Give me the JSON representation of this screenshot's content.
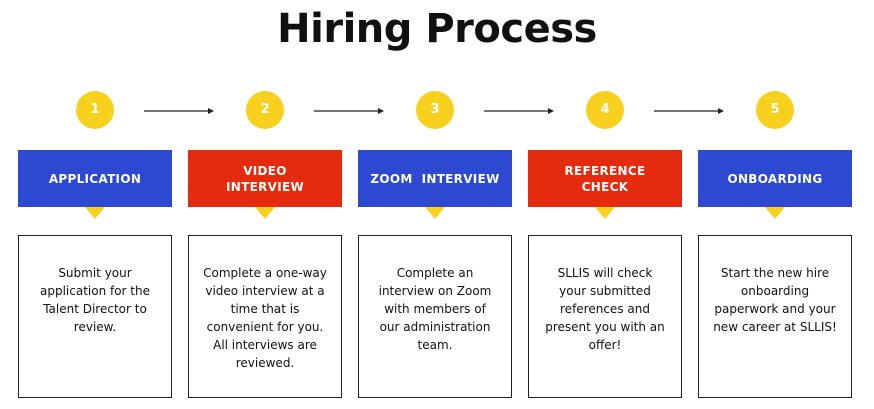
{
  "title": "Hiring Process",
  "colors": {
    "blue": "#2d48d1",
    "red": "#e42b0d",
    "yellow": "#f7d11e"
  },
  "steps": [
    {
      "number": "1",
      "label": "APPLICATION",
      "color": "#2d48d1",
      "description": "Submit your application for the Talent Director to review."
    },
    {
      "number": "2",
      "label": "VIDEO INTERVIEW",
      "color": "#e42b0d",
      "description": "Complete a one-way video interview at a time that is convenient for you. All interviews are reviewed."
    },
    {
      "number": "3",
      "label": "ZOOM  INTERVIEW",
      "color": "#2d48d1",
      "description": "Complete an interview on Zoom with members of our administration team."
    },
    {
      "number": "4",
      "label": "REFERENCE\nCHECK",
      "color": "#e42b0d",
      "description": "SLLIS will check your submitted references and present you with an offer!"
    },
    {
      "number": "5",
      "label": "ONBOARDING",
      "color": "#2d48d1",
      "description": "Start the new hire onboarding paperwork and your new career at SLLIS!"
    }
  ],
  "connector_icon": "right-arrow-icon"
}
